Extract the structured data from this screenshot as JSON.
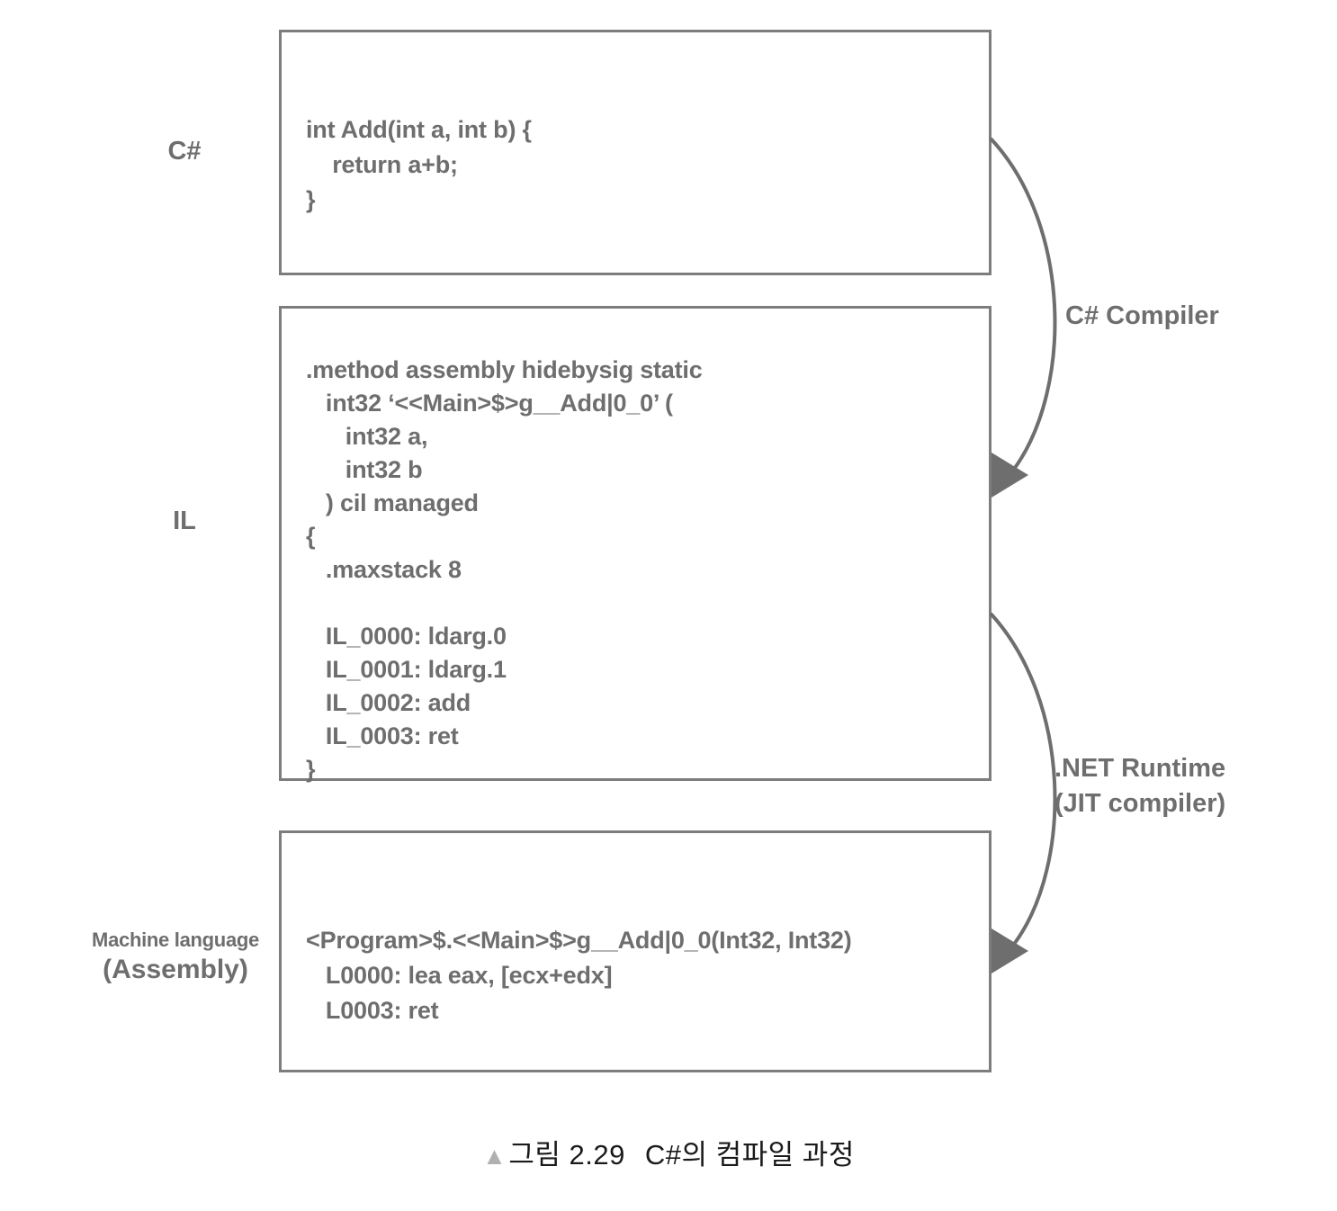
{
  "figure": {
    "caption_marker": "▲",
    "caption_label": "그림 2.29",
    "caption_title": "C#의 컴파일 과정"
  },
  "stages": {
    "csharp": {
      "label": "C#",
      "code": "int Add(int a, int b) {\n    return a+b;\n}"
    },
    "il": {
      "label": "IL",
      "code": ".method assembly hidebysig static\n   int32 ‘<<Main>$>g__Add|0_0’ (\n      int32 a,\n      int32 b\n   ) cil managed\n{\n   .maxstack 8\n\n   IL_0000: ldarg.0\n   IL_0001: ldarg.1\n   IL_0002: add\n   IL_0003: ret\n}"
    },
    "assembly": {
      "label_main": "Machine language",
      "label_sub": "(Assembly)",
      "code": "<Program>$.<<Main>$>g__Add|0_0(Int32, Int32)\n   L0000: lea eax, [ecx+edx]\n   L0003: ret"
    }
  },
  "transforms": {
    "compiler": "C# Compiler",
    "runtime": ".NET Runtime\n(JIT compiler)"
  },
  "colors": {
    "box_border": "#7d7d7d",
    "text": "#6e6e6e",
    "arrow": "#6e6e6e",
    "caption": "#1a1a1a",
    "caption_marker": "#b0b0b0",
    "background": "#ffffff"
  }
}
